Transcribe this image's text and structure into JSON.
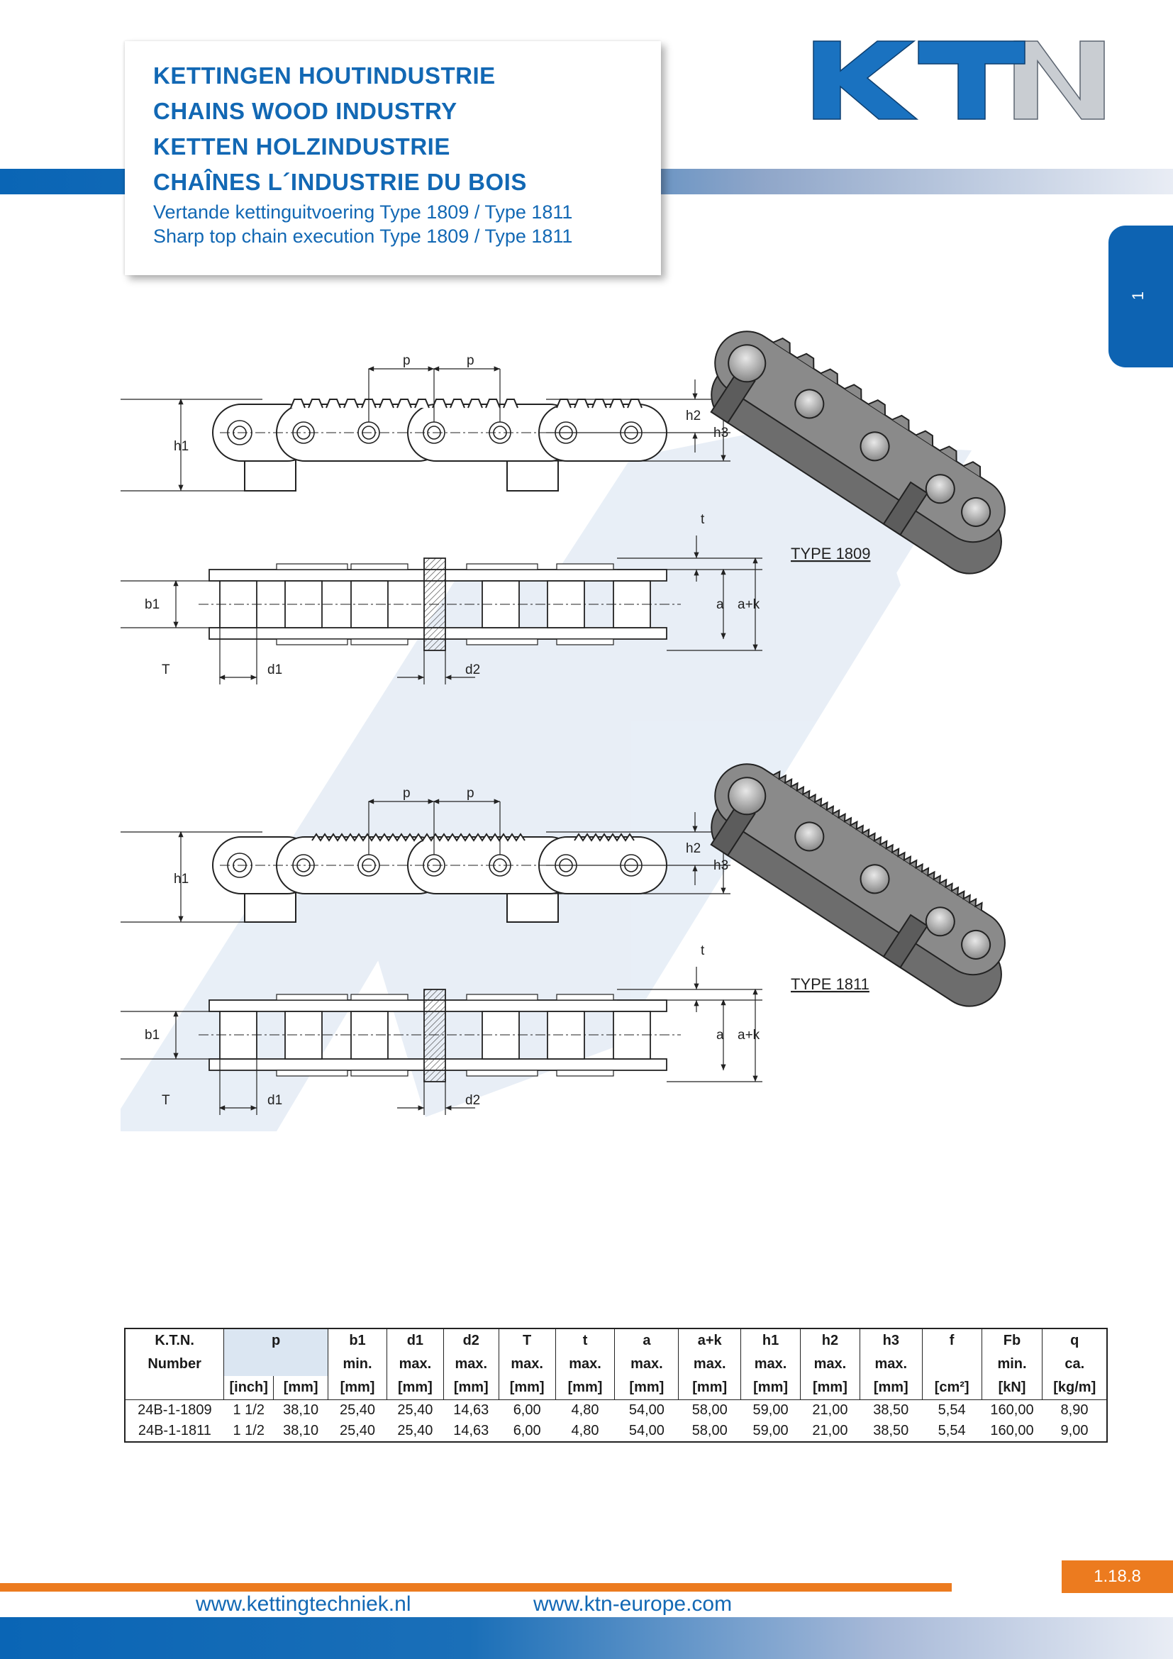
{
  "header": {
    "titles": [
      "KETTINGEN HOUTINDUSTRIE",
      "CHAINS WOOD INDUSTRY",
      "KETTEN HOLZINDUSTRIE",
      "CHAÎNES L´INDUSTRIE DU BOIS"
    ],
    "subtitles": [
      "Vertande kettinguitvoering Type 1809 / Type 1811",
      "Sharp top chain execution Type 1809 / Type 1811"
    ]
  },
  "logo": {
    "letters": [
      "K",
      "T",
      "N"
    ],
    "colors": {
      "blue": "#1a72c0",
      "grey": "#c9cdd2"
    }
  },
  "side_tab": {
    "label": "1"
  },
  "drawings": {
    "types": [
      "TYPE 1809",
      "TYPE 1811"
    ],
    "dim_labels": {
      "p": "p",
      "h1": "h1",
      "h2": "h2",
      "h3": "h3",
      "t": "t",
      "a": "a",
      "ak": "a+k",
      "b1": "b1",
      "T": "T",
      "d1": "d1",
      "d2": "d2"
    }
  },
  "table": {
    "header_row1": [
      "K.T.N.",
      "p",
      "b1",
      "d1",
      "d2",
      "T",
      "t",
      "a",
      "a+k",
      "h1",
      "h2",
      "h3",
      "f",
      "Fb",
      "q"
    ],
    "header_row2": [
      "Number",
      "min.",
      "max.",
      "max.",
      "max.",
      "max.",
      "max.",
      "max.",
      "max.",
      "max.",
      "max.",
      "min.",
      "ca."
    ],
    "units": [
      "[inch]",
      "[mm]",
      "[mm]",
      "[mm]",
      "[mm]",
      "[mm]",
      "[mm]",
      "[mm]",
      "[mm]",
      "[mm]",
      "[mm]",
      "[mm]",
      "[cm²]",
      "[kN]",
      "[kg/m]"
    ],
    "rows": [
      [
        "24B-1-1809",
        "1 1/2",
        "38,10",
        "25,40",
        "25,40",
        "14,63",
        "6,00",
        "4,80",
        "54,00",
        "58,00",
        "59,00",
        "21,00",
        "38,50",
        "5,54",
        "160,00",
        "8,90"
      ],
      [
        "24B-1-1811",
        "1 1/2",
        "38,10",
        "25,40",
        "25,40",
        "14,63",
        "6,00",
        "4,80",
        "54,00",
        "58,00",
        "59,00",
        "21,00",
        "38,50",
        "5,54",
        "160,00",
        "9,00"
      ]
    ]
  },
  "footer": {
    "page_number": "1.18.8",
    "links": [
      "www.kettingtechniek.nl",
      "www.ktn-europe.com"
    ],
    "colors": {
      "orange": "#ec7b1f",
      "blue": "#0a65b5"
    }
  }
}
